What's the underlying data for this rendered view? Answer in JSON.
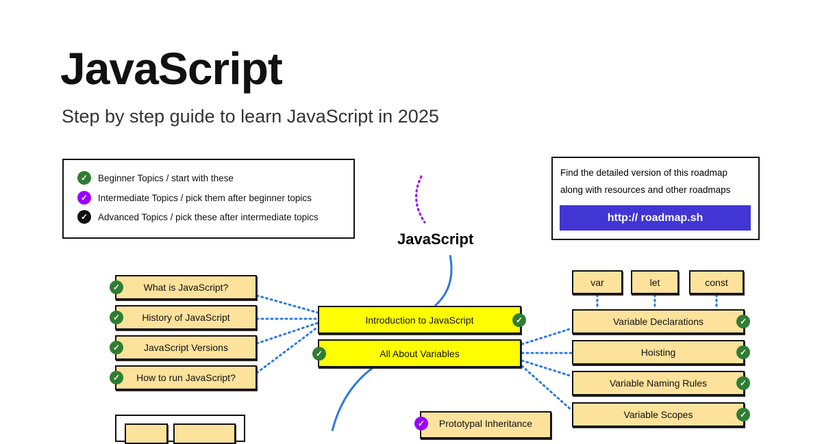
{
  "header": {
    "title": "JavaScript",
    "subtitle": "Step by step guide to learn JavaScript in 2025"
  },
  "legend": [
    {
      "label": "Beginner Topics / start with these",
      "color": "#2f7d32"
    },
    {
      "label": "Intermediate Topics / pick them after beginner topics",
      "color": "#9900ff"
    },
    {
      "label": "Advanced Topics / pick these after intermediate topics",
      "color": "#111111"
    }
  ],
  "promo": {
    "line1": "Find the detailed version of this roadmap",
    "line2": "along with resources and other roadmaps",
    "button": "http:// roadmap.sh"
  },
  "root": "JavaScript",
  "left_nodes": [
    "What is JavaScript?",
    "History of JavaScript",
    "JavaScript Versions",
    "How to run JavaScript?"
  ],
  "main_nodes": [
    "Introduction to JavaScript",
    "All About Variables"
  ],
  "keywords": [
    "var",
    "let",
    "const"
  ],
  "right_nodes": [
    "Variable Declarations",
    "Hoisting",
    "Variable Naming Rules",
    "Variable Scopes"
  ],
  "other_nodes": [
    "Prototypal Inheritance"
  ],
  "colors": {
    "beginner": "#2f7d32",
    "intermediate": "#9900ff",
    "node": "#fde29c",
    "main": "#ffff00",
    "link": "#2b78e4",
    "cta": "#4136d4"
  }
}
